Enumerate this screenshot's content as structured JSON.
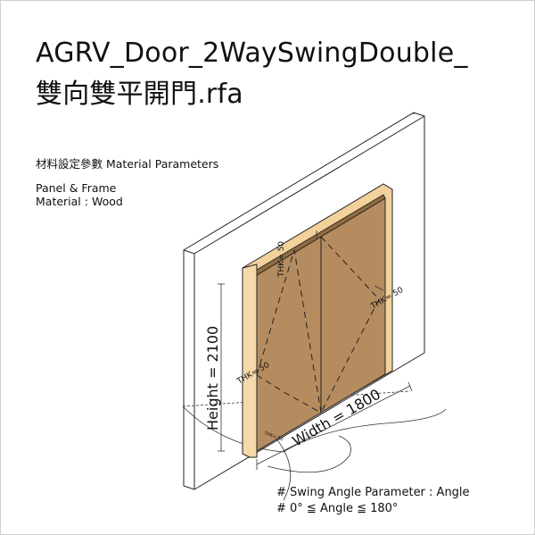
{
  "title": {
    "line1": "AGRV_Door_2WaySwingDouble_",
    "line2": "雙向雙平開門.rfa"
  },
  "material": {
    "heading": "材料設定參數 Material Parameters",
    "line1": "Panel & Frame",
    "line2": "Material : Wood"
  },
  "dimensions": {
    "width_label": "Width = 1800",
    "height_label": "Height = 2100",
    "thk_top": "THK= 50",
    "thk_right": "THK= 50",
    "thk_left": "THK= 50",
    "thk_floor": "THK= 50"
  },
  "swing": {
    "line1": "# Swing Angle Parameter :  Angle",
    "line2": "# 0° ≦ Angle ≦ 180°"
  },
  "colors": {
    "panel": "#b58c5f",
    "frame": "#f3d19c",
    "frame_edge": "#c9a36c",
    "outline": "#222222"
  }
}
